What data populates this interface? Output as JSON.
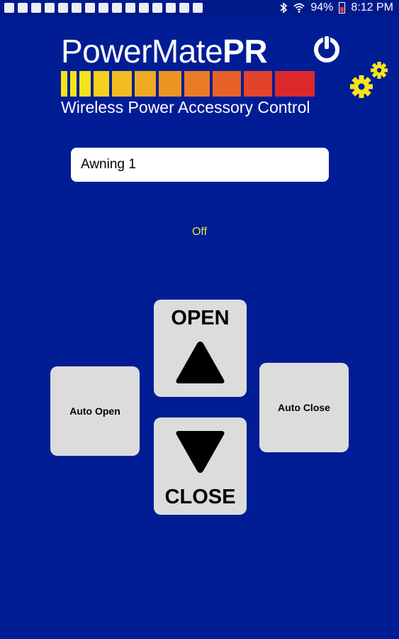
{
  "status_bar": {
    "battery": "94%",
    "time": "8:12 PM",
    "left_icons": [
      "keyboard-icon",
      "download-icon",
      "usb-icon",
      "mail-icon",
      "notification-icon",
      "notification-icon",
      "notification-icon",
      "notification-icon",
      "notification-icon",
      "notification-icon",
      "notification-icon",
      "notification-icon",
      "notification-icon",
      "notification-icon",
      "notification-icon"
    ],
    "right_icons": [
      "bluetooth-icon",
      "wifi-icon",
      "battery-icon"
    ]
  },
  "logo": {
    "title_main": "PowerMate",
    "title_bold": "PR",
    "subtitle": "Wireless Power Accessory Control",
    "bar_colors": [
      "#f3e21f",
      "#f3e21f",
      "#f3e21f",
      "#f3d21f",
      "#f1bd20",
      "#eeaa22",
      "#ec9424",
      "#e97b26",
      "#e66228",
      "#e1442a",
      "#dc2a2c"
    ]
  },
  "device": {
    "name": "Awning 1",
    "state": "Off"
  },
  "controls": {
    "auto_open": "Auto Open",
    "auto_close": "Auto Close",
    "open": "OPEN",
    "close": "CLOSE"
  },
  "colors": {
    "background": "#001d96",
    "state_text": "#e6e23a",
    "gear": "#f5e61a"
  }
}
